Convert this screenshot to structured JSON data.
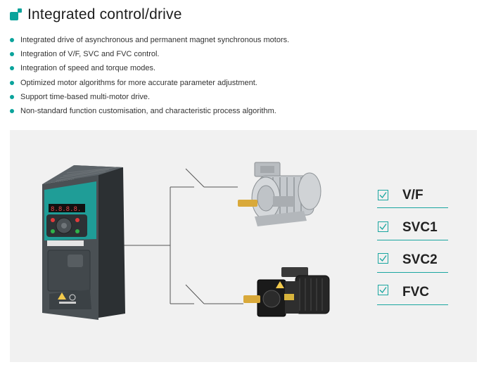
{
  "header": {
    "title": "Integrated control/drive"
  },
  "features": [
    "Integrated drive of asynchronous and permanent magnet synchronous motors.",
    "Integration of V/F, SVC and FVC control.",
    "Integration of speed and torque modes.",
    "Optimized motor algorithms for more accurate parameter adjustment.",
    "Support time-based multi-motor drive.",
    "Non-standard function customisation, and characteristic process algorithm."
  ],
  "control_modes": [
    {
      "label": "V/F"
    },
    {
      "label": "SVC1"
    },
    {
      "label": "SVC2"
    },
    {
      "label": "FVC"
    }
  ],
  "colors": {
    "accent": "#0aa39b",
    "panel_bg": "#f1f1f1",
    "drive_body": "#3d4246",
    "drive_panel": "#1f9d97"
  }
}
